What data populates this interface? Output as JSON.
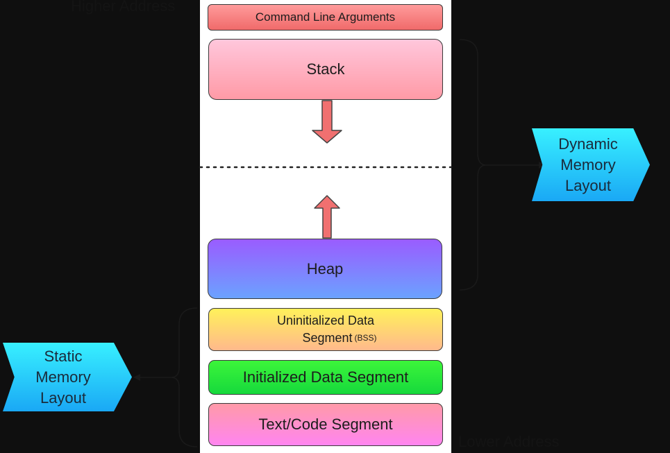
{
  "address": {
    "higher": "Higher Address",
    "lower": "Lower Address"
  },
  "segments": {
    "command_line_arguments": "Command Line Arguments",
    "stack": "Stack",
    "heap": "Heap",
    "uninitialized_line1": "Uninitialized Data",
    "uninitialized_line2": "Segment",
    "uninitialized_suffix": "(BSS)",
    "initialized": "Initialized Data Segment",
    "text_code": "Text/Code Segment"
  },
  "labels": {
    "dynamic_line1": "Dynamic",
    "dynamic_line2": "Memory",
    "dynamic_line3": "Layout",
    "static_line1": "Static",
    "static_line2": "Memory",
    "static_line3": "Layout"
  },
  "colors": {
    "background": "#0f0f0f",
    "panel": "#ffffff",
    "arrow_fill": "#f07070",
    "tag_fill": "#22c4fa"
  }
}
